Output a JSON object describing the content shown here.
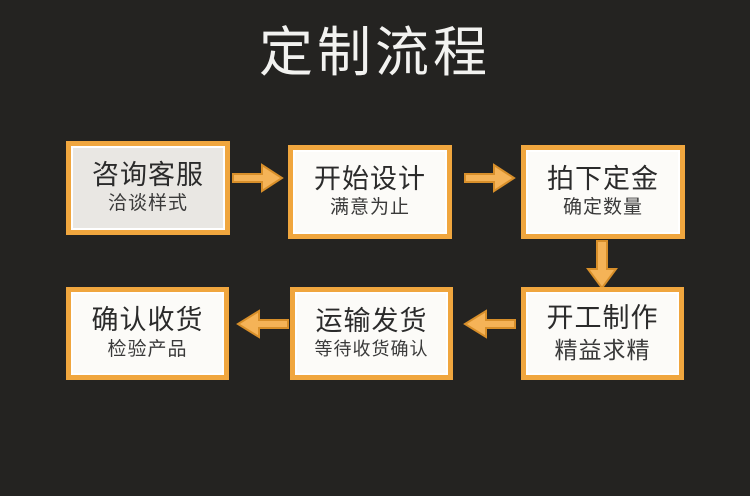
{
  "theme": {
    "background": "#242321",
    "accent_orange": "#F0A63E",
    "box_fill": "#FCFBF8",
    "box_fill_tinted": "#E9E7E3",
    "title_color": "#F2F2F0",
    "box_text_color": "#2B2B2B"
  },
  "header": {
    "title": "定制流程"
  },
  "flow": {
    "steps": [
      {
        "id": "consult",
        "title": "咨询客服",
        "subtitle": "洽谈样式",
        "order": 1
      },
      {
        "id": "design",
        "title": "开始设计",
        "subtitle": "满意为止",
        "order": 2
      },
      {
        "id": "deposit",
        "title": "拍下定金",
        "subtitle": "确定数量",
        "order": 3
      },
      {
        "id": "produce",
        "title": "开工制作",
        "subtitle": "精益求精",
        "order": 4
      },
      {
        "id": "ship",
        "title": "运输发货",
        "subtitle": "等待收货确认",
        "order": 5
      },
      {
        "id": "receive",
        "title": "确认收货",
        "subtitle": "检验产品",
        "order": 6
      }
    ],
    "connectors": [
      {
        "id": "consult-to-design",
        "icon": "arrow-right-icon",
        "direction": "right"
      },
      {
        "id": "design-to-deposit",
        "icon": "arrow-right-icon",
        "direction": "right"
      },
      {
        "id": "deposit-to-produce",
        "icon": "arrow-down-icon",
        "direction": "down"
      },
      {
        "id": "produce-to-ship",
        "icon": "arrow-left-icon",
        "direction": "left"
      },
      {
        "id": "ship-to-receive",
        "icon": "arrow-left-icon",
        "direction": "left"
      }
    ]
  }
}
